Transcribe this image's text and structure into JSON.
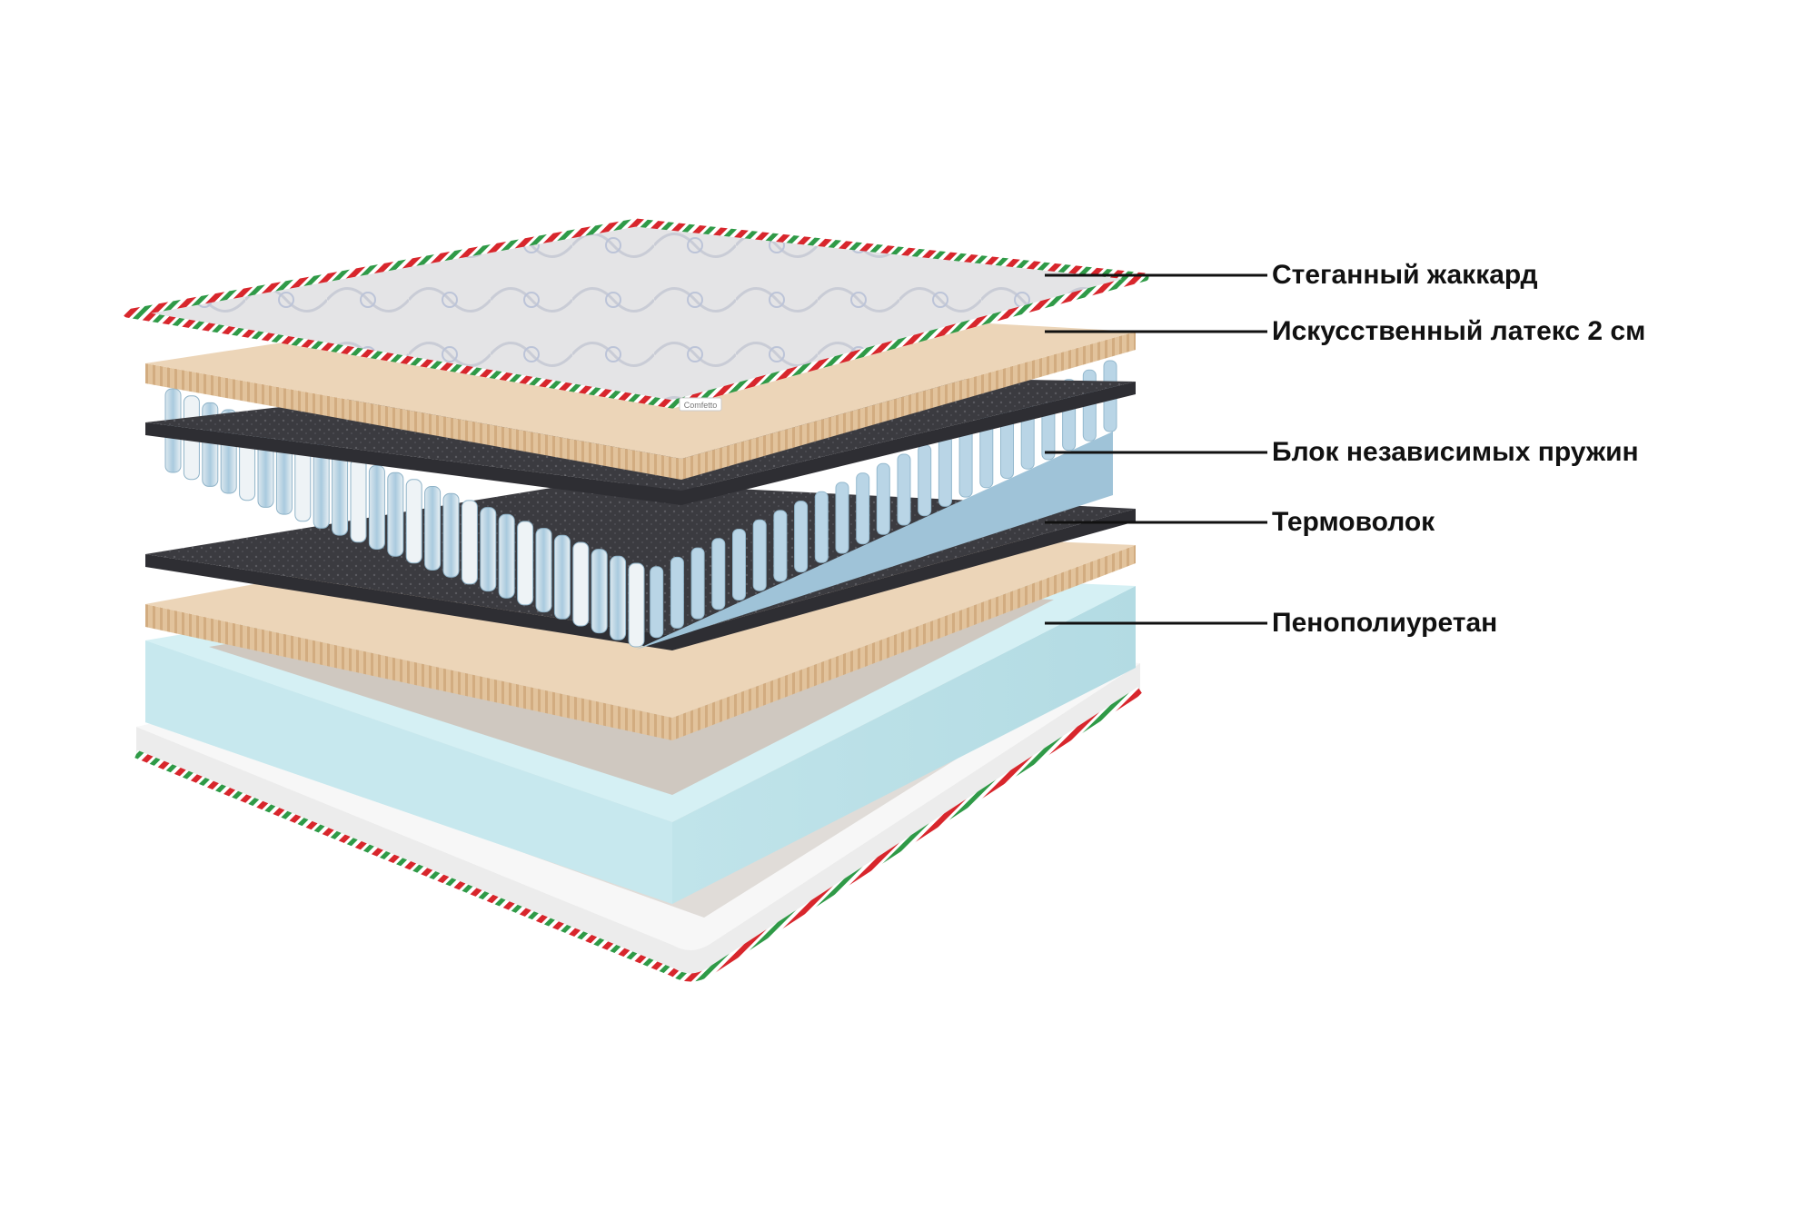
{
  "diagram": {
    "colors": {
      "jacquard": "#e6e6e6",
      "latex": "#e5caa7",
      "thermofelt": "#3e3e42",
      "springs": "#b8d4e4",
      "foam": "#bfe3e9",
      "base_cover": "#f5f5f5",
      "piping_red": "#d8262c",
      "piping_green": "#2f9a47",
      "leader_line": "#111111"
    },
    "tag_text": "Comfetto",
    "labels": [
      {
        "id": "jacquard",
        "text": "Стеганный жаккард"
      },
      {
        "id": "latex",
        "text": "Искусственный латекс 2 см"
      },
      {
        "id": "springs",
        "text": "Блок независимых пружин"
      },
      {
        "id": "thermofelt",
        "text": "Термоволок"
      },
      {
        "id": "foam",
        "text": "Пенополиуретан"
      }
    ]
  }
}
